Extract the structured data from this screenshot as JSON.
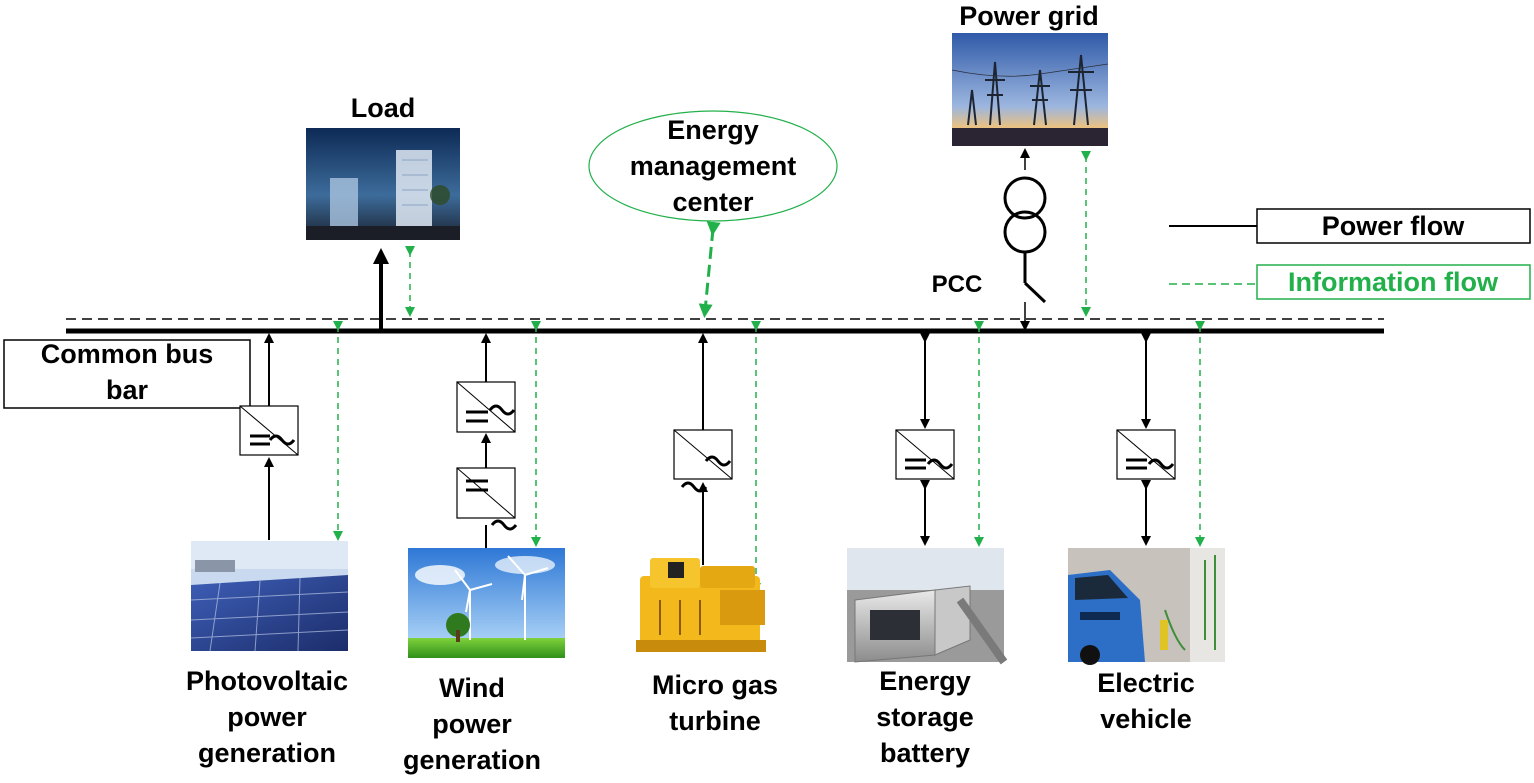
{
  "diagram": {
    "load": {
      "title": "Load"
    },
    "energy_center": {
      "line1": "Energy",
      "line2": "management",
      "line3": "center"
    },
    "power_grid": {
      "title": "Power grid"
    },
    "pcc": "PCC",
    "bus": {
      "line1": "Common bus",
      "line2": "bar"
    },
    "legend": {
      "power_flow": "Power flow",
      "information_flow": "Information flow"
    },
    "sources": {
      "pv": {
        "line1": "Photovoltaic",
        "line2": "power",
        "line3": "generation"
      },
      "wind": {
        "line1": "Wind",
        "line2": "power",
        "line3": "generation"
      },
      "gas": {
        "line1": "Micro gas",
        "line2": "turbine"
      },
      "storage": {
        "line1": "Energy",
        "line2": "storage",
        "line3": "battery"
      },
      "ev": {
        "line1": "Electric",
        "line2": "vehicle"
      }
    },
    "colors": {
      "power_line": "#000000",
      "info_line": "#22b04b",
      "info_text": "#22b04b"
    },
    "icons": {
      "converter": "dc-ac-converter-icon",
      "transformer": "transformer-icon",
      "switch": "pcc-switch-icon"
    }
  }
}
